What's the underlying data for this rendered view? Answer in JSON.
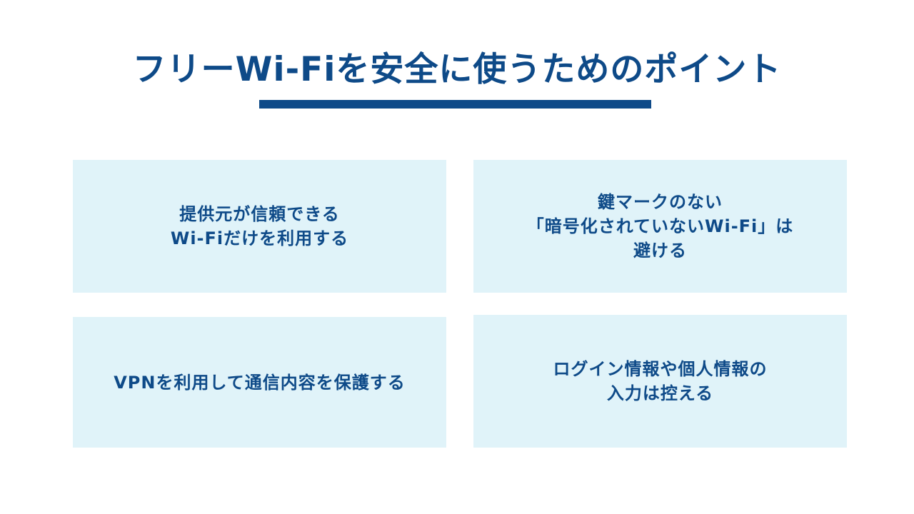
{
  "title": "フリーWi-Fiを安全に使うためのポイント",
  "colors": {
    "text": "#0e4a88",
    "card_bg": "#e0f3f9"
  },
  "points": [
    "提供元が信頼できる\nWi-Fiだけを利用する",
    "鍵マークのない\n「暗号化されていないWi-Fi」は\n避ける",
    "VPNを利用して通信内容を保護する",
    "ログイン情報や個人情報の\n入力は控える"
  ]
}
